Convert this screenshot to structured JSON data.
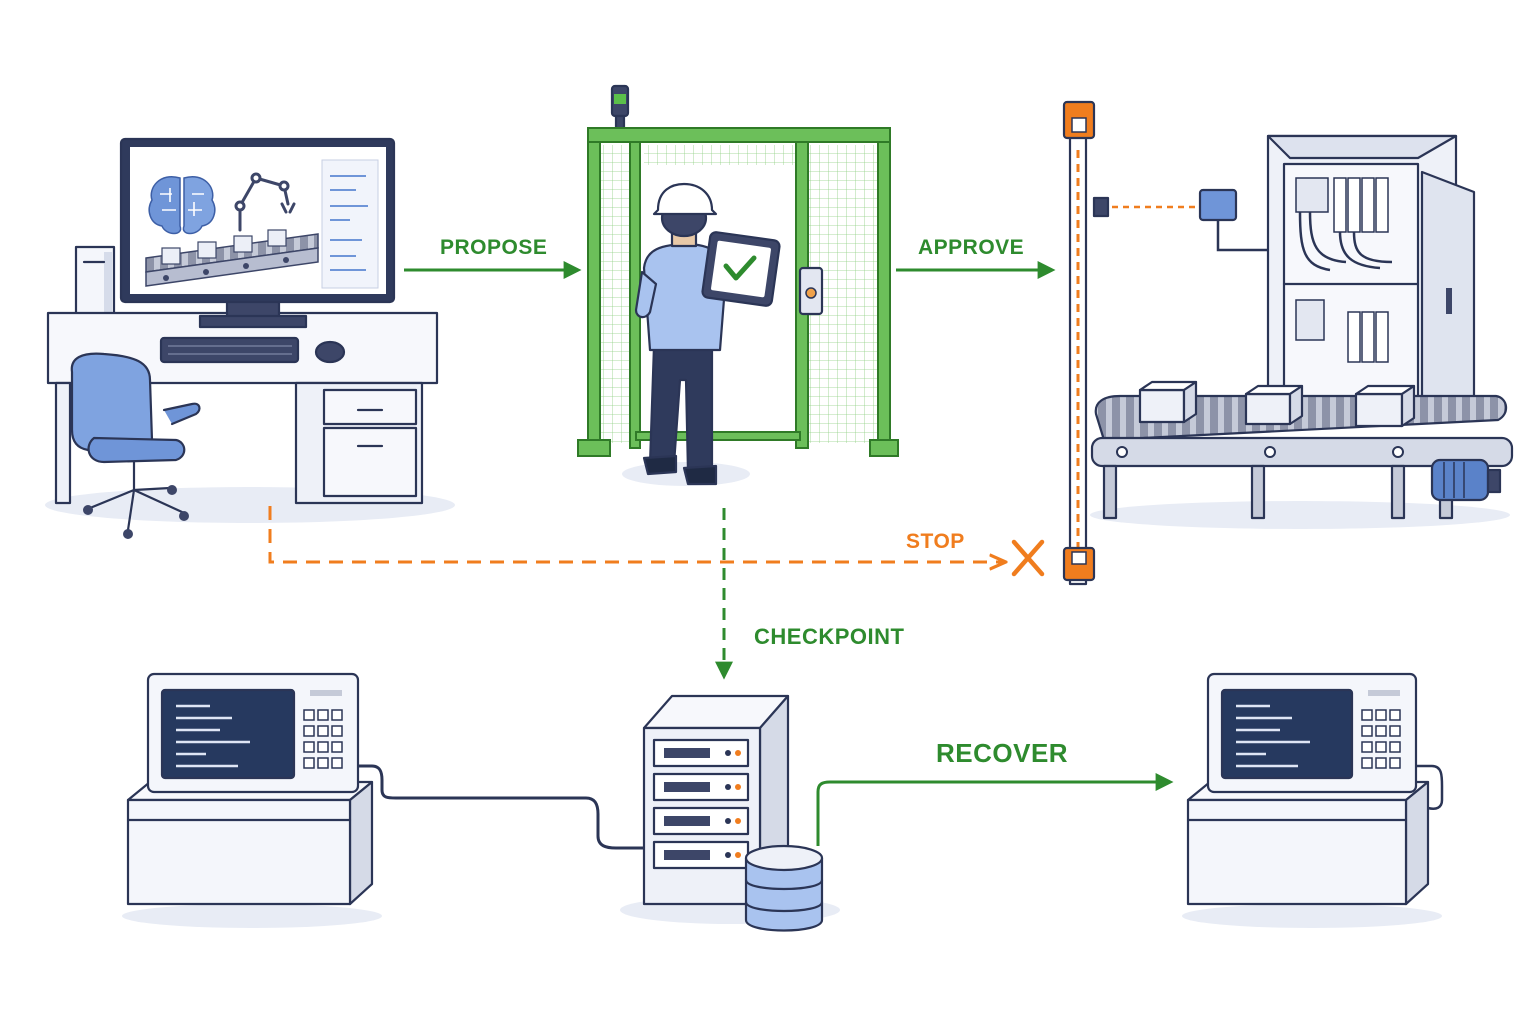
{
  "flow_labels": {
    "propose": "PROPOSE",
    "approve": "APPROVE",
    "stop": "STOP",
    "checkpoint": "CHECKPOINT",
    "recover": "RECOVER"
  },
  "colors": {
    "approve_green": "#2e8b2e",
    "stop_orange": "#f07d1e",
    "fence_green": "#6cbf5a",
    "ink": "#2b3556",
    "accent_blue": "#6f95d8",
    "screen_dark": "#26395f"
  },
  "icons": {
    "workstation": "ai-workstation-icon",
    "operator": "operator-with-tablet-icon",
    "light_curtain": "safety-light-curtain-icon",
    "machine": "conveyor-machine-icon",
    "backup_server": "backup-server-icon",
    "left_terminal": "hmi-terminal-icon",
    "right_terminal": "recovered-hmi-terminal-icon"
  }
}
